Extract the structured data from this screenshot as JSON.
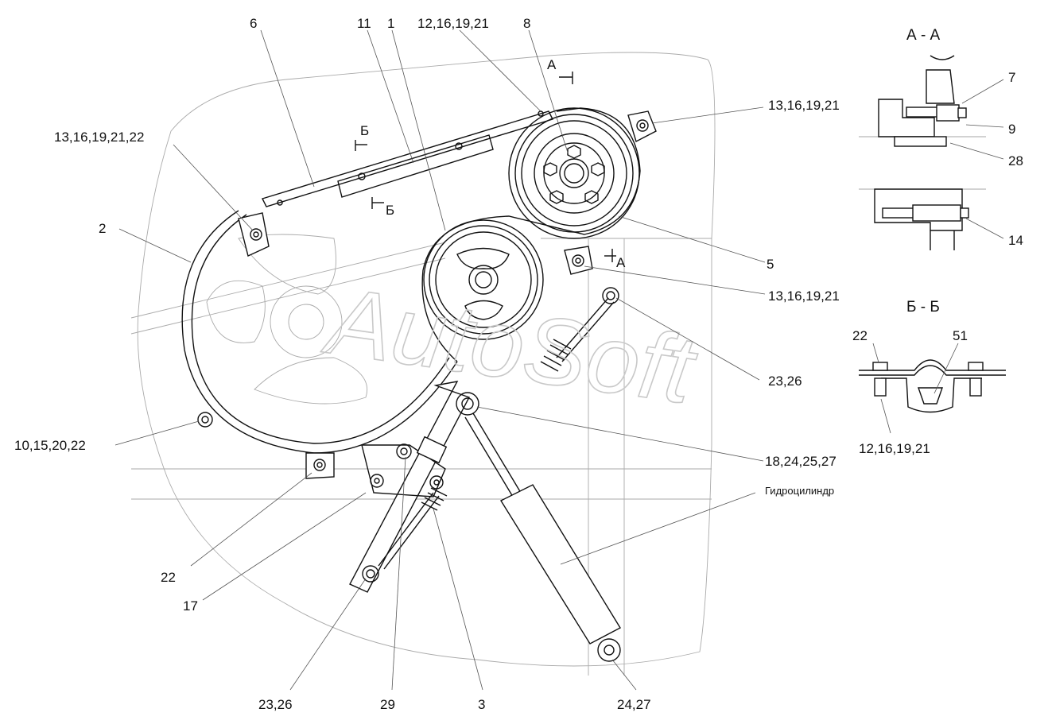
{
  "watermark": "AutoSoft",
  "sections": {
    "aa_title": "А - А",
    "bb_title": "Б - Б"
  },
  "cut_marks": {
    "a_top": "А",
    "a_bottom": "А",
    "b_top": "Б",
    "b_bottom": "Б"
  },
  "callouts": {
    "c6": "6",
    "c11": "11",
    "c1": "1",
    "c12_top": "12,16,19,21",
    "c8": "8",
    "c13_right_top": "13,16,19,21",
    "c13_left": "13,16,19,21,22",
    "c2": "2",
    "c5": "5",
    "c13_right_mid": "13,16,19,21",
    "c23_right": "23,26",
    "c10": "10,15,20,22",
    "c18": "18,24,25,27",
    "c_hydro": "Гидроцилиндр",
    "c22_bottom": "22",
    "c17": "17",
    "c23_bottom": "23,26",
    "c29": "29",
    "c3": "3",
    "c24": "24,27",
    "aa_7": "7",
    "aa_9": "9",
    "aa_28": "28",
    "aa_14": "14",
    "bb_22": "22",
    "bb_51": "51",
    "bb_12": "12,16,19,21"
  }
}
